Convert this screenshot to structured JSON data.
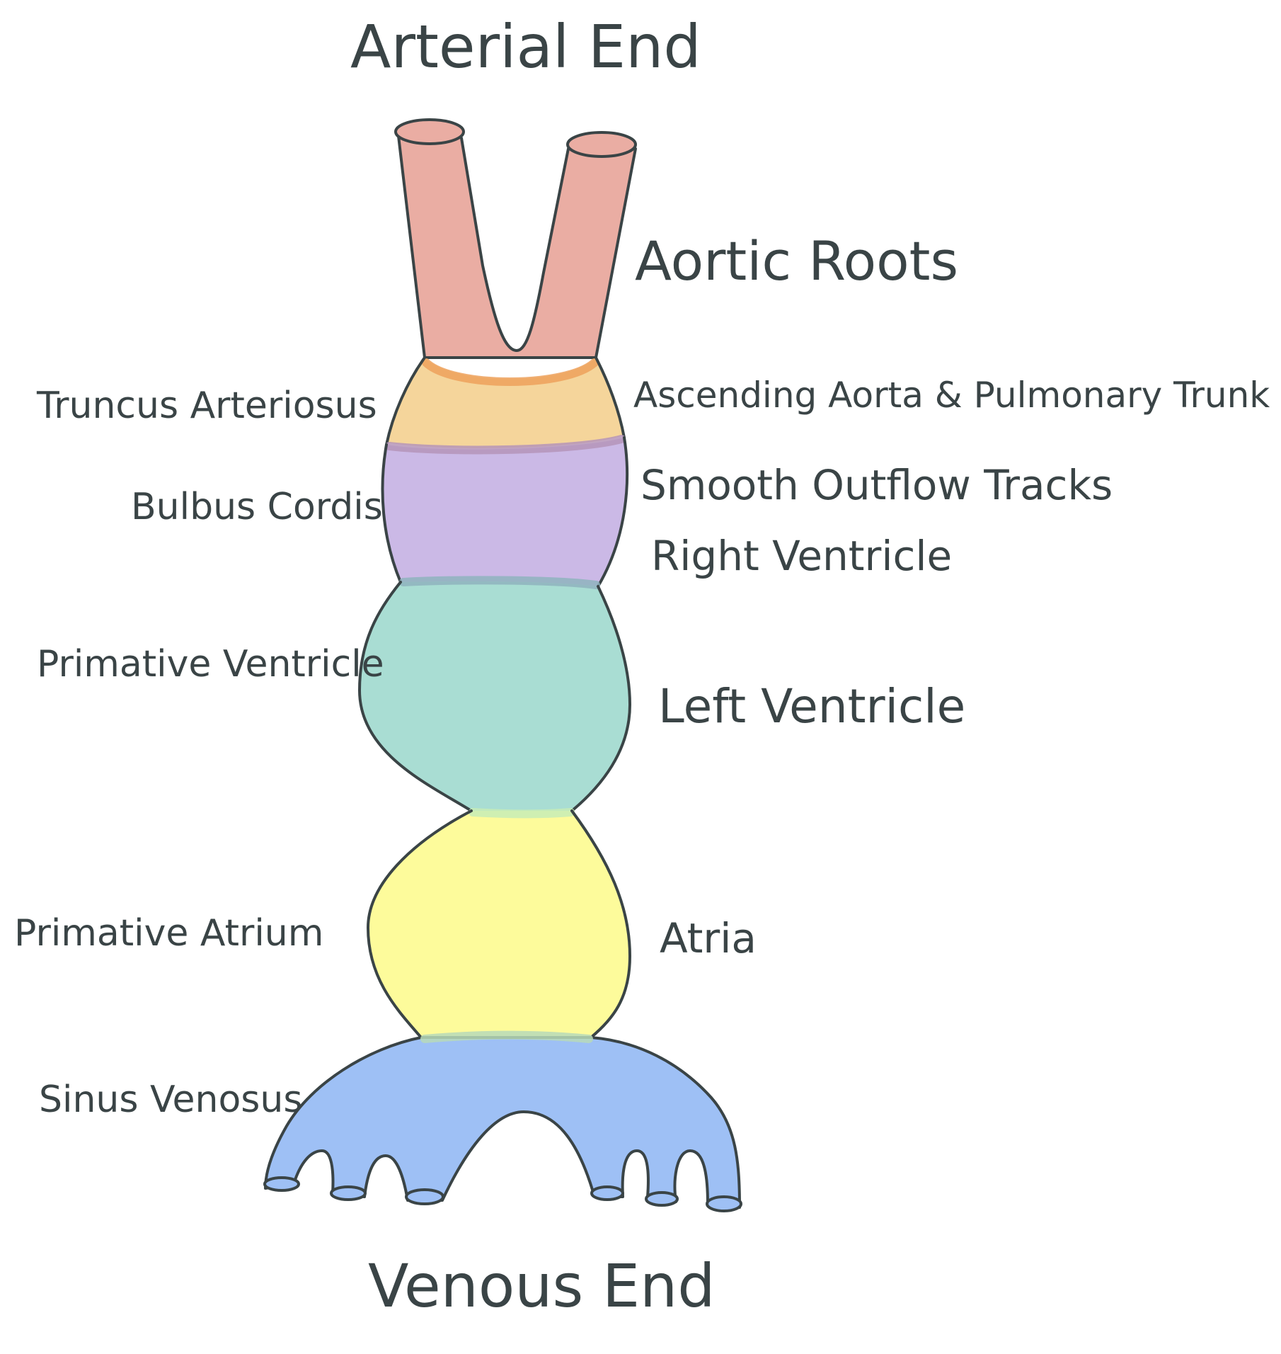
{
  "titles": {
    "arterial_end": "Arterial End",
    "venous_end": "Venous End"
  },
  "left_labels": {
    "truncus_arteriosus": "Truncus Arteriosus",
    "bulbus_cordis": "Bulbus Cordis",
    "primative_ventricle": "Primative Ventricle",
    "primative_atrium": "Primative Atrium",
    "sinus_venosus": "Sinus Venosus"
  },
  "right_labels": {
    "aortic_roots": "Aortic Roots",
    "ascending_aorta_pulmonary_trunk": "Ascending Aorta & Pulmonary Trunk",
    "smooth_outflow_tracks": "Smooth Outflow Tracks",
    "right_ventricle": "Right Ventricle",
    "left_ventricle": "Left Ventricle",
    "atria": "Atria"
  },
  "colors": {
    "aortic_roots": "#eaada3",
    "truncus_arteriosus": "#f5d59b",
    "bulbus_cordis": "#cbb9e6",
    "primative_ventricle": "#a9ddd3",
    "primative_atrium": "#fdfb9b",
    "sinus_venosus": "#9ec0f5",
    "outline": "#3a4446",
    "text": "#3a4446"
  }
}
